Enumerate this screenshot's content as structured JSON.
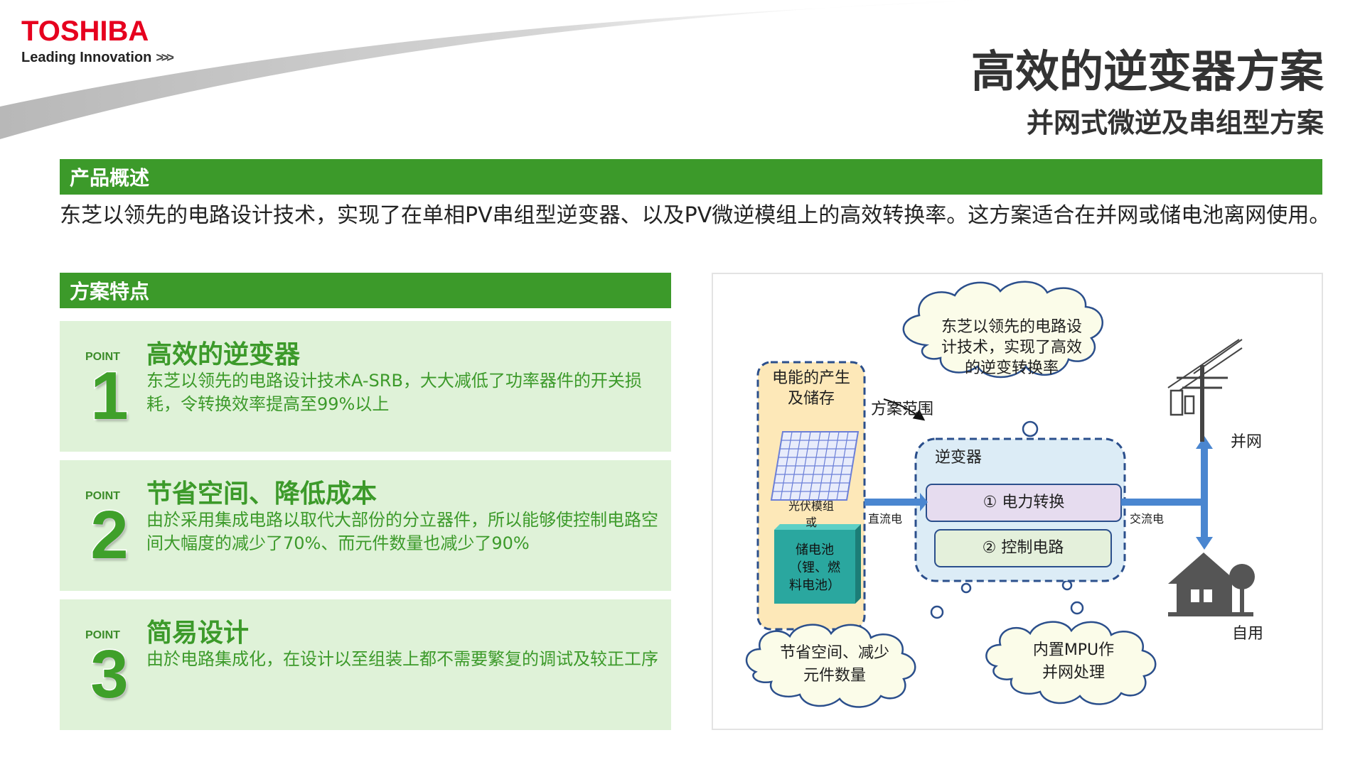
{
  "brand": {
    "logo": "TOSHIBA",
    "tagline": "Leading Innovation",
    "tagline_chevrons": ">>>"
  },
  "header": {
    "title": "高效的逆变器方案",
    "subtitle": "并网式微逆及串组型方案"
  },
  "overview": {
    "heading": "产品概述",
    "text": "东芝以领先的电路设计技术，实现了在单相PV串组型逆变器、以及PV微逆模组上的高效转换率。这方案适合在并网或储电池离网使用。"
  },
  "features": {
    "heading": "方案特点",
    "points": [
      {
        "label": "POINT",
        "number": "1",
        "title": "高效的逆变器",
        "text": "东芝以领先的电路设计技术A-SRB，大大减低了功率器件的开关损耗，令转换效率提高至99%以上"
      },
      {
        "label": "POINT",
        "number": "2",
        "title": "节省空间、降低成本",
        "text": "由於采用集成电路以取代大部份的分立器件，所以能够使控制电路空间大幅度的减少了70%、而元件数量也减少了90%"
      },
      {
        "label": "POINT",
        "number": "3",
        "title": "简易设计",
        "text": "由於电路集成化，在设计以至组装上都不需要繁复的调试及较正工序"
      }
    ]
  },
  "diagram": {
    "cloud_top": [
      "东芝以领先的电路设",
      "计技术，实现了高效",
      "的逆变转换率"
    ],
    "source_title": [
      "电能的产生",
      "及储存"
    ],
    "pv_label": "光伏模组",
    "or_label": "或",
    "battery_label": [
      "储电池",
      "（锂、燃",
      "料电池）"
    ],
    "scope_label": "方案范围",
    "inverter_title": "逆变器",
    "block1": "① 电力转换",
    "block2": "② 控制电路",
    "dc_label": "直流电",
    "ac_label": "交流电",
    "grid_label": "并网",
    "self_label": "自用",
    "cloud_left": [
      "节省空间、减少",
      "元件数量"
    ],
    "cloud_right": [
      "内置MPU作",
      "并网处理"
    ],
    "colors": {
      "green": "#3c9a2a",
      "card_bg": "#dff2d8",
      "source_fill": "#fde8b8",
      "inverter_fill": "#dcecf6",
      "dash_blue": "#2b4f8c",
      "arrow_blue": "#4a86d0",
      "block1_fill": "#e6dcef",
      "block2_fill": "#e4f0db",
      "battery_fill": "#2aa79f",
      "house": "#555555"
    }
  }
}
